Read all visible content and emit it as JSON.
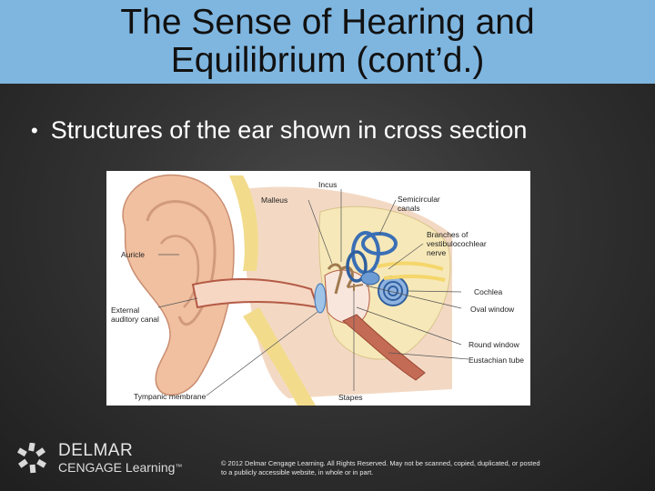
{
  "slide": {
    "title_line1": "The Sense of Hearing and",
    "title_line2": "Equilibrium (cont’d.)",
    "bullet_symbol": "•",
    "bullet_text": "Structures of the ear shown in cross section"
  },
  "figure": {
    "labels": {
      "incus": "Incus",
      "malleus": "Malleus",
      "semicircular_1": "Semicircular",
      "semicircular_2": "canals",
      "branches_1": "Branches of",
      "branches_2": "vestibulocochlear",
      "branches_3": "nerve",
      "auricle": "Auricle",
      "cochlea": "Cochlea",
      "external_1": "External",
      "external_2": "auditory canal",
      "oval_window": "Oval window",
      "round_window": "Round window",
      "eustachian_tube": "Eustachian tube",
      "tympanic_membrane": "Tympanic membrane",
      "stapes": "Stapes"
    }
  },
  "footer": {
    "logo_top": "DELMAR",
    "logo_bottom": "CENGAGE Learning",
    "trademark": "™",
    "copyright_line1": "© 2012 Delmar Cengage Learning. All Rights Reserved. May not be scanned, copied, duplicated, or posted",
    "copyright_line2": "to a publicly accessible website, in whole or in part."
  },
  "colors": {
    "title_band": "#7fb6e0",
    "skin": "#f2c7a3",
    "bone": "#f5e6b3",
    "inner_ear": "#3a6fb5",
    "canal": "#b45a45"
  }
}
